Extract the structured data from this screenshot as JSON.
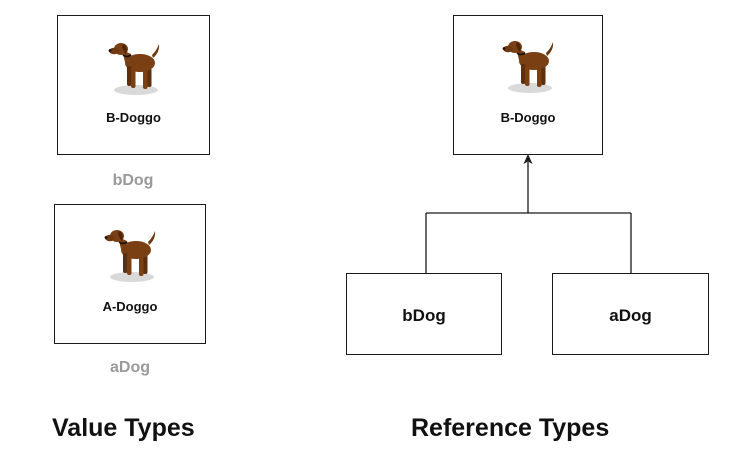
{
  "value_types": {
    "title": "Value Types",
    "top_box": {
      "dog_label": "B-Doggo",
      "variable": "bDog",
      "icon": "brown-dog-icon"
    },
    "bottom_box": {
      "dog_label": "A-Doggo",
      "variable": "aDog",
      "icon": "brown-dog-icon"
    }
  },
  "reference_types": {
    "title": "Reference Types",
    "object_box": {
      "dog_label": "B-Doggo",
      "icon": "brown-dog-icon"
    },
    "left_ref": {
      "label": "bDog"
    },
    "right_ref": {
      "label": "aDog"
    }
  },
  "colors": {
    "dog_body": "#7a3f12",
    "dog_shadow": "#d9d9d9",
    "muted_text": "#9a9a9a",
    "line": "#1a1a1a"
  }
}
